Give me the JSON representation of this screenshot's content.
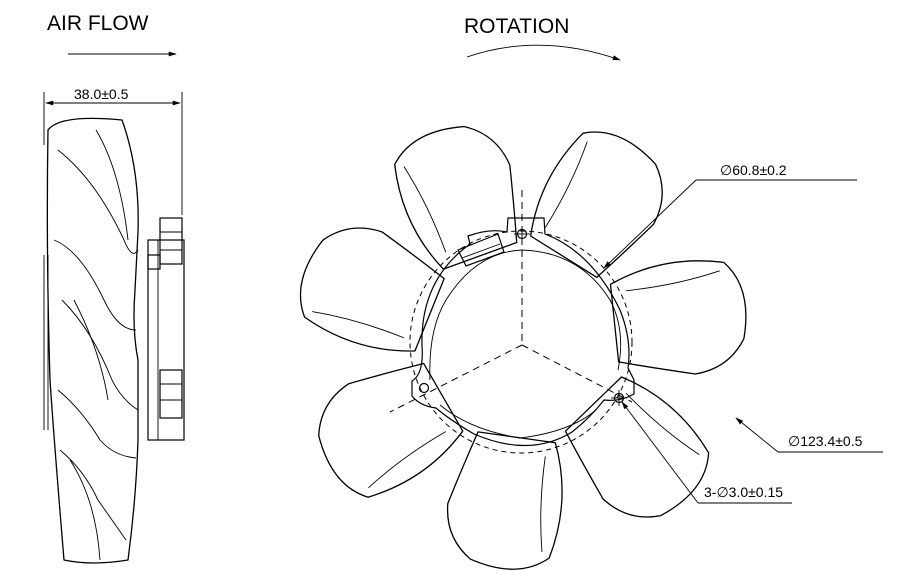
{
  "labels": {
    "air_flow": "AIR FLOW",
    "rotation": "ROTATION",
    "width_dim": "38.0±0.5",
    "hub_dia": "∅60.8±0.2",
    "outer_dia": "∅123.4±0.5",
    "holes": "3-∅3.0±0.15"
  }
}
